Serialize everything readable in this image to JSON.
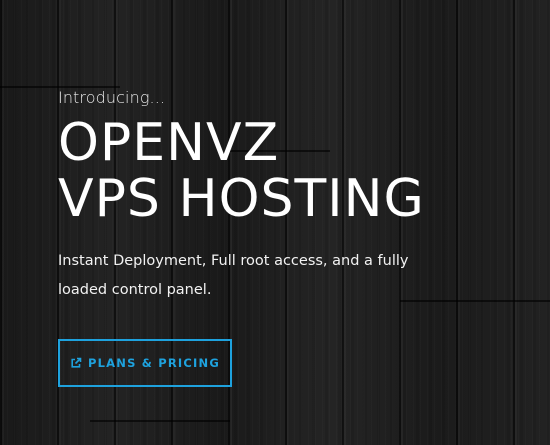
{
  "hero": {
    "intro": "Introducing...",
    "headline_line1": "OPENVZ",
    "headline_line2": "VPS HOSTING",
    "tagline": "Instant Deployment, Full root access, and a fully loaded control panel.",
    "cta": {
      "label": "PLANS & PRICING",
      "icon": "external-link-icon"
    }
  },
  "colors": {
    "background": "#1c1c1c",
    "text": "#ffffff",
    "accent": "#1ea2de"
  }
}
